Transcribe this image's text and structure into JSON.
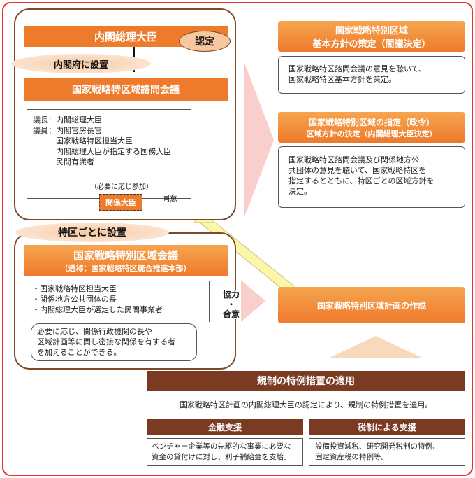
{
  "cabinet": {
    "pm_title": "内閣総理大臣",
    "certify_label": "認定",
    "set_up_in_cabinet_office": "内閣府に設置",
    "council_title": "国家戦略特区域諮問会議",
    "members": [
      "議長：内閣総理大臣",
      "議員：内閣官房長官",
      "　　　国家戦略特区担当大臣",
      "　　　内閣総理大臣が指定する国務大臣",
      "　　　民間有識者"
    ],
    "as_needed": "（必要に応じ参加）",
    "related_minister": "関係大臣",
    "consent": "同意"
  },
  "zone": {
    "set_up_per_zone": "特区ごとに設置",
    "meeting_title": "国家戦略特別区域会議",
    "meeting_subtitle": "（通称：国家戦略特区統合推進本部）",
    "members": [
      "・国家戦略特区担当大臣",
      "・関係地方公共団体の長",
      "・内閣総理大臣が選定した民間事業者"
    ],
    "note_lines": [
      "必要に応じ、関係行政機関の長や",
      "区域計画等に関し密接な関係を有する者",
      "を加えることができる。"
    ],
    "cooperation_1": "協力",
    "cooperation_dot": "・",
    "cooperation_2": "合意"
  },
  "right": {
    "policy_title_1": "国家戦略特別区域",
    "policy_title_2": "基本方針の策定（閣議決定）",
    "policy_body": [
      "国家戦略特区諮問会議の意見を聴いて、",
      "国家戦略特区基本方針を策定。"
    ],
    "designation_title_1": "国家戦略特別区域の指定（政令）",
    "designation_title_2": "区域方針の決定（内閣総理大臣決定）",
    "designation_body": [
      "国家戦略特区諮問会議及び関係地方公",
      "共団体の意見を聴いて、国家戦略特区を",
      "指定するとともに、特区ごとの区域方針を",
      "決定。"
    ],
    "plan_title": "国家戦略特別区域計画の作成"
  },
  "bottom": {
    "regulation_title": "規制の特例措置の適用",
    "regulation_body": "国家戦略特区計画の内閣総理大臣の認定により、規制の特例措置を適用。",
    "finance_title": "金融支援",
    "finance_body": [
      "ベンチャー企業等の先駆的な事業に必要な",
      "資金の貸付けに対し、利子補給金を支給。"
    ],
    "tax_title": "税制による支援",
    "tax_body": [
      "設備投資減税、研究開発税制の特例、",
      "固定資産税の特例等。"
    ]
  },
  "colors": {
    "orange": "#ee7a2b",
    "brown": "#7b3a22",
    "red_border": "#e8302c",
    "arrow_yellow": "#fbf6a8",
    "arrow_pink": "#f7c7c2"
  }
}
